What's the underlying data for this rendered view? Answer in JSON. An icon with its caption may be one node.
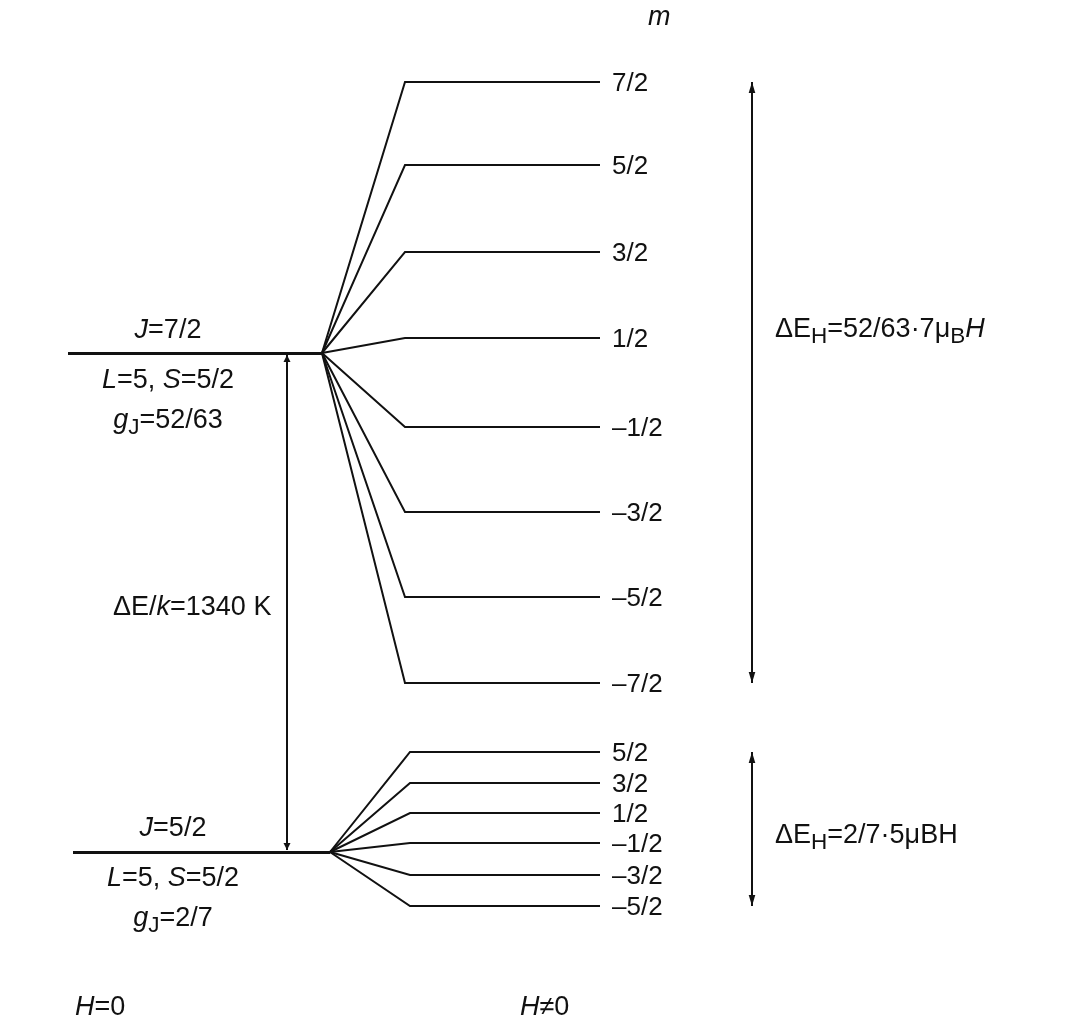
{
  "diagram": {
    "nodes": [
      {
        "text": [
          "*J*=7/2",
          "*L*=5, *S*=5/2",
          "*g*$_{J}$=52/63"
        ]
      },
      {
        "text": [
          "7/2"
        ]
      },
      {
        "text": [
          "5/2"
        ]
      },
      {
        "text": [
          "3/2"
        ]
      },
      {
        "text": [
          "1/2"
        ]
      },
      {
        "text": [
          "–1/2"
        ]
      },
      {
        "text": [
          "–3/2"
        ]
      },
      {
        "text": [
          "–5/2"
        ]
      },
      {
        "text": [
          "–7/2"
        ]
      },
      {
        "text": [
          "*J*=5/2",
          "*L*=5, *S*=5/2",
          "*g*$_{J}$=2/7"
        ]
      },
      {
        "text": [
          "5/2"
        ]
      },
      {
        "text": [
          "3/2"
        ]
      },
      {
        "text": [
          "1/2"
        ]
      },
      {
        "text": [
          "–1/2"
        ]
      },
      {
        "text": [
          "–3/2"
        ]
      },
      {
        "text": [
          "–5/2"
        ]
      }
    ],
    "edges": [
      {
        "from": 0,
        "to": 1,
        "arrow": "none"
      },
      {
        "from": 0,
        "to": 2,
        "arrow": "none"
      },
      {
        "from": 0,
        "to": 3,
        "arrow": "none"
      },
      {
        "from": 0,
        "to": 4,
        "arrow": "none"
      },
      {
        "from": 0,
        "to": 5,
        "arrow": "none"
      },
      {
        "from": 0,
        "to": 6,
        "arrow": "none"
      },
      {
        "from": 0,
        "to": 7,
        "arrow": "none"
      },
      {
        "from": 0,
        "to": 8,
        "arrow": "none"
      },
      {
        "from": 9,
        "to": 10,
        "arrow": "none"
      },
      {
        "from": 9,
        "to": 11,
        "arrow": "none"
      },
      {
        "from": 9,
        "to": 12,
        "arrow": "none"
      },
      {
        "from": 9,
        "to": 13,
        "arrow": "none"
      },
      {
        "from": 9,
        "to": 14,
        "arrow": "none"
      },
      {
        "from": 9,
        "to": 15,
        "arrow": "none"
      },
      {
        "from": 0,
        "to": 9,
        "arrow": "both",
        "label": "ΔE/*k*=1340 K"
      }
    ],
    "labels": [
      "*m*",
      "ΔE$_{H}$=52/63·7μ$_{B}$*H*",
      "ΔE$_{H}$=2/7·5μBH",
      "*H*=0",
      "*H*≠0"
    ]
  }
}
